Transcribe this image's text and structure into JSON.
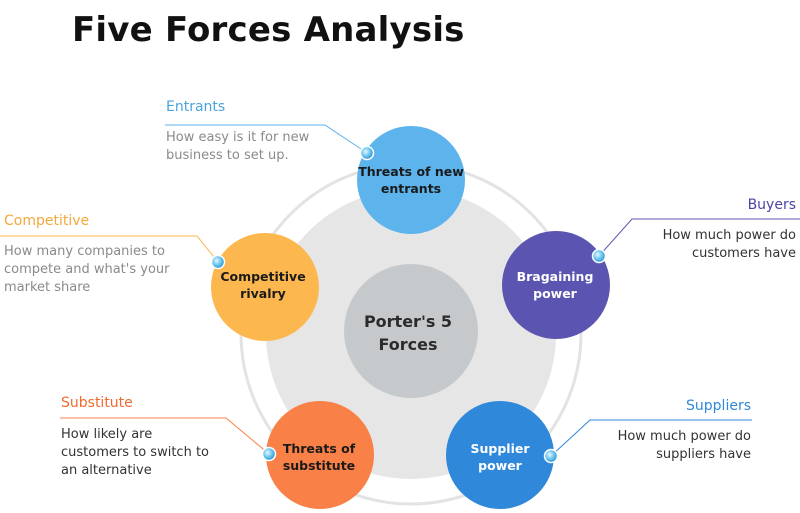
{
  "title": "Five Forces Analysis",
  "center": {
    "line1": "Porter's 5",
    "line2": "Forces"
  },
  "forces": {
    "entrants": {
      "label": "Entrants",
      "description": "How easy is it for new\nbusiness to set up.",
      "node_line1": "Threats of new",
      "node_line2": "entrants",
      "color": "#5db3ec",
      "label_color": "#4aa3df"
    },
    "buyers": {
      "label": "Buyers",
      "description": "How much power do\ncustomers have",
      "node_line1": "Bragaining",
      "node_line2": "power",
      "color": "#5b54b0",
      "label_color": "#4a44a6"
    },
    "suppliers": {
      "label": "Suppliers",
      "description": "How much power do\nsuppliers have",
      "node_line1": "Supplier",
      "node_line2": "power",
      "color": "#2f88da",
      "label_color": "#2f88da"
    },
    "substitute": {
      "label": "Substitute",
      "description": "How likely are\ncustomers to switch to\nan alternative",
      "node_line1": "Threats of",
      "node_line2": "substitute",
      "color": "#f98047",
      "label_color": "#ef6a2e"
    },
    "competitive": {
      "label": "Competitive",
      "description": "How many companies to\ncompete and what's your\nmarket share",
      "node_line1": "Competitive",
      "node_line2": "rivalry",
      "color": "#fcb84e",
      "label_color": "#f3a83a"
    }
  },
  "colors": {
    "center_fill": "#c6c9cb",
    "center_text": "#2b2b2b",
    "inner_disc": "#e6e6e6",
    "outer_ring": "#e3e3e3",
    "node_text": "#1a1a1a",
    "node_text_light": "#ffffff",
    "connector_dot": "#5bbbe8"
  }
}
